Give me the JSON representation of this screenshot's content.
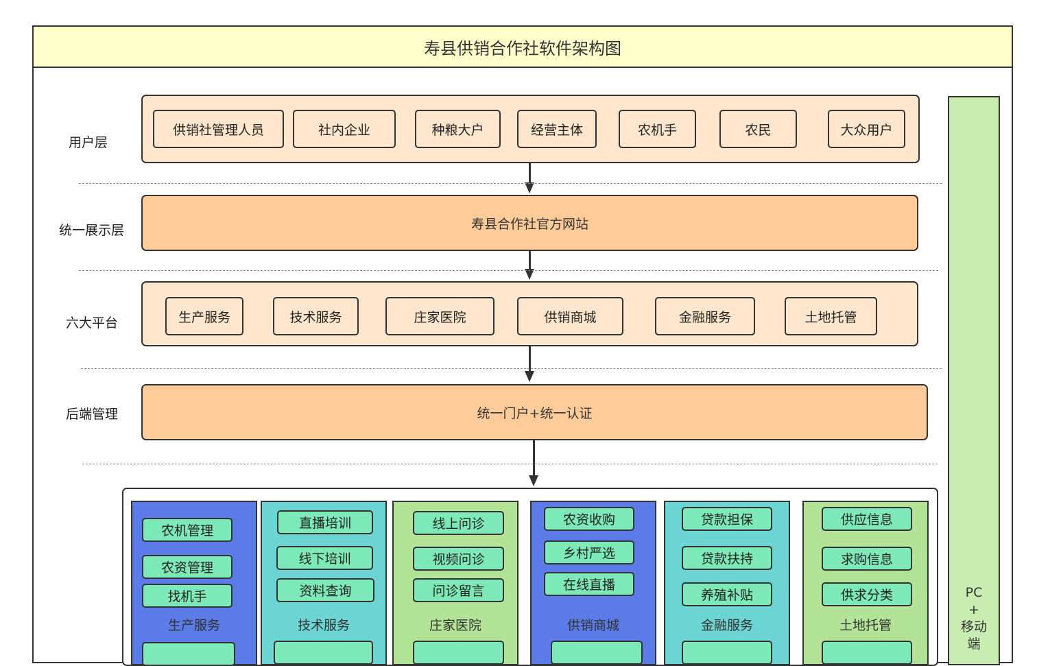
{
  "title": "寿县供销合作社软件架构图",
  "side_panel": {
    "lines": [
      "PC",
      "+",
      "移动",
      "端"
    ],
    "color": "#c9ecb1"
  },
  "layers": {
    "user": {
      "label": "用户层",
      "items": [
        "供销社管理人员",
        "社内企业",
        "种粮大户",
        "经营主体",
        "农机手",
        "农民",
        "大众用户"
      ]
    },
    "display": {
      "label": "统一展示层",
      "content": "寿县合作社官方网站"
    },
    "platform": {
      "label": "六大平台",
      "items": [
        "生产服务",
        "技术服务",
        "庄家医院",
        "供销商城",
        "金融服务",
        "土地托管"
      ]
    },
    "backend": {
      "label": "后端管理",
      "content": "统一门户+统一认证"
    }
  },
  "modules": [
    {
      "name": "生产服务",
      "color": "#5b7be8",
      "items": [
        "农机管理",
        "农资管理",
        "找机手"
      ]
    },
    {
      "name": "技术服务",
      "color": "#6dd4d4",
      "items": [
        "直播培训",
        "线下培训",
        "资料查询"
      ]
    },
    {
      "name": "庄家医院",
      "color": "#b2e396",
      "items": [
        "线上问诊",
        "视频问诊",
        "问诊留言"
      ]
    },
    {
      "name": "供销商城",
      "color": "#5b7be8",
      "items": [
        "农资收购",
        "乡村严选",
        "在线直播"
      ]
    },
    {
      "name": "金融服务",
      "color": "#6dd4d4",
      "items": [
        "贷款担保",
        "贷款扶持",
        "养殖补贴"
      ]
    },
    {
      "name": "土地托管",
      "color": "#b2e396",
      "items": [
        "供应信息",
        "求购信息",
        "供求分类"
      ]
    }
  ],
  "colors": {
    "title_bg": "#ffffcc",
    "light_band": "#ffe6cc",
    "dark_band": "#ffcc99",
    "item_green": "#7de8b8"
  }
}
